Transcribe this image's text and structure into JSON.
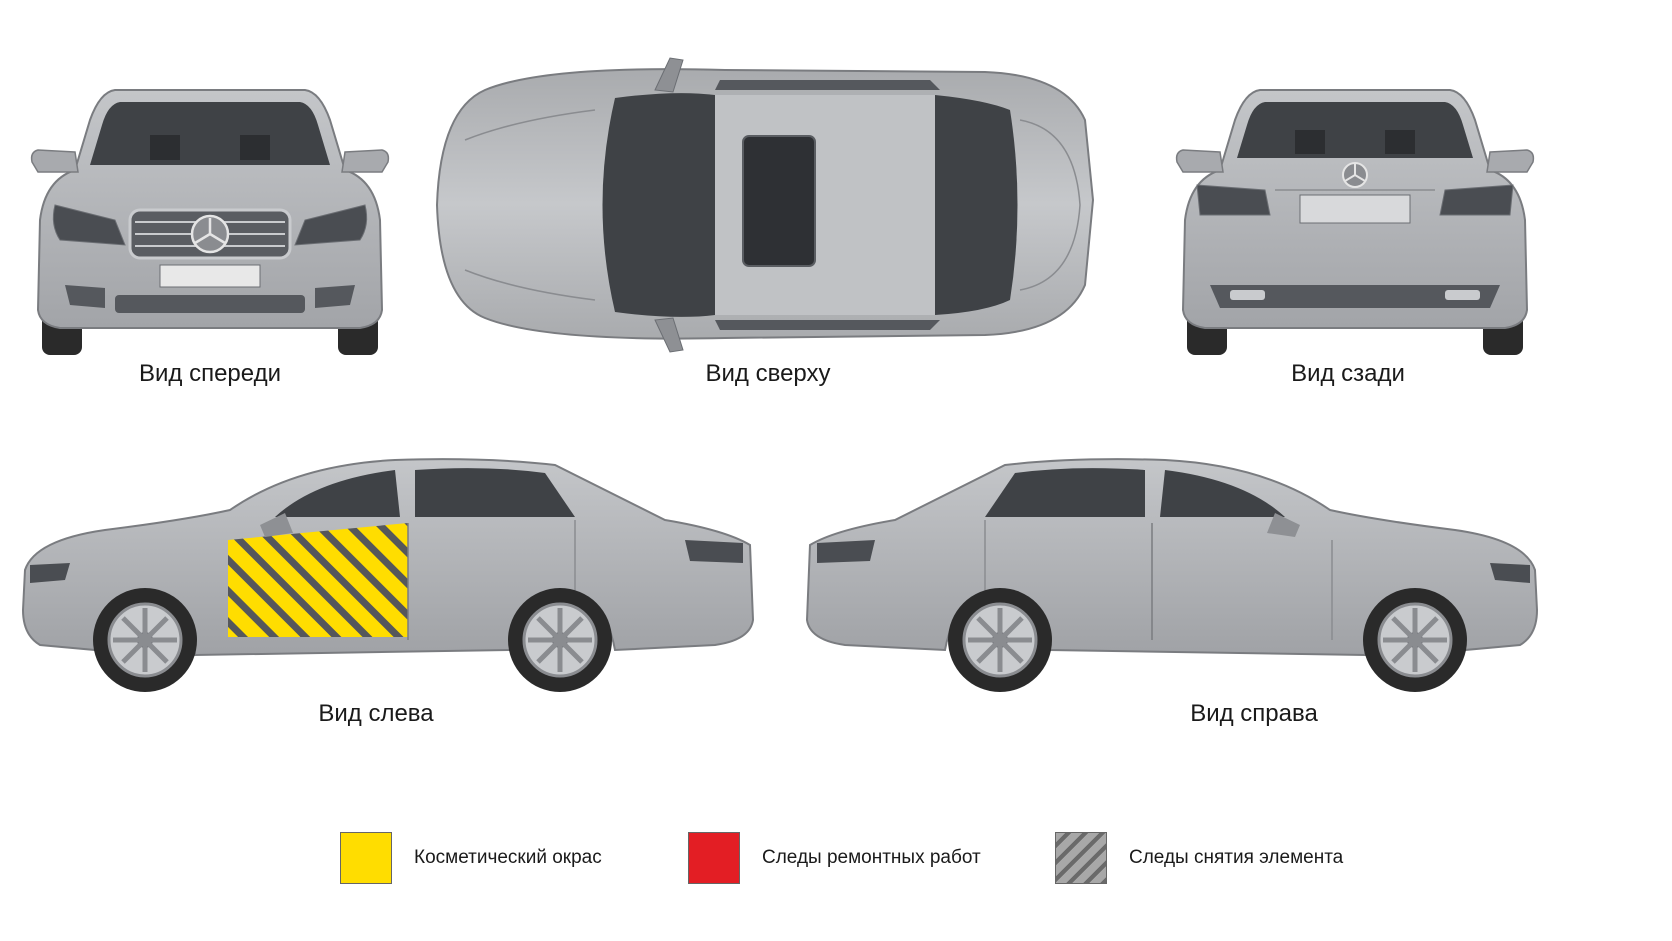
{
  "views": {
    "front": {
      "label": "Вид спереди"
    },
    "top": {
      "label": "Вид сверху"
    },
    "rear": {
      "label": "Вид сзади"
    },
    "left": {
      "label": "Вид слева"
    },
    "right": {
      "label": "Вид справа"
    }
  },
  "marked_areas": [
    {
      "view": "left",
      "element": "front-door",
      "mark": "cosmetic_paint_and_element_removal"
    }
  ],
  "legend": [
    {
      "key": "cosmetic_paint",
      "label": "Косметический окрас",
      "color": "#FFDD00"
    },
    {
      "key": "repair_traces",
      "label": "Следы ремонтных работ",
      "color": "#E31E24"
    },
    {
      "key": "element_removal",
      "label": "Следы снятия элемента",
      "color": "#9E9E9E",
      "pattern": "diagonal-hatch"
    }
  ],
  "colors": {
    "body": "#b4b6b9",
    "body_dark": "#8e9094",
    "glass": "#3f4246",
    "tire": "#2a2a2a",
    "rim": "#c9cbce"
  }
}
